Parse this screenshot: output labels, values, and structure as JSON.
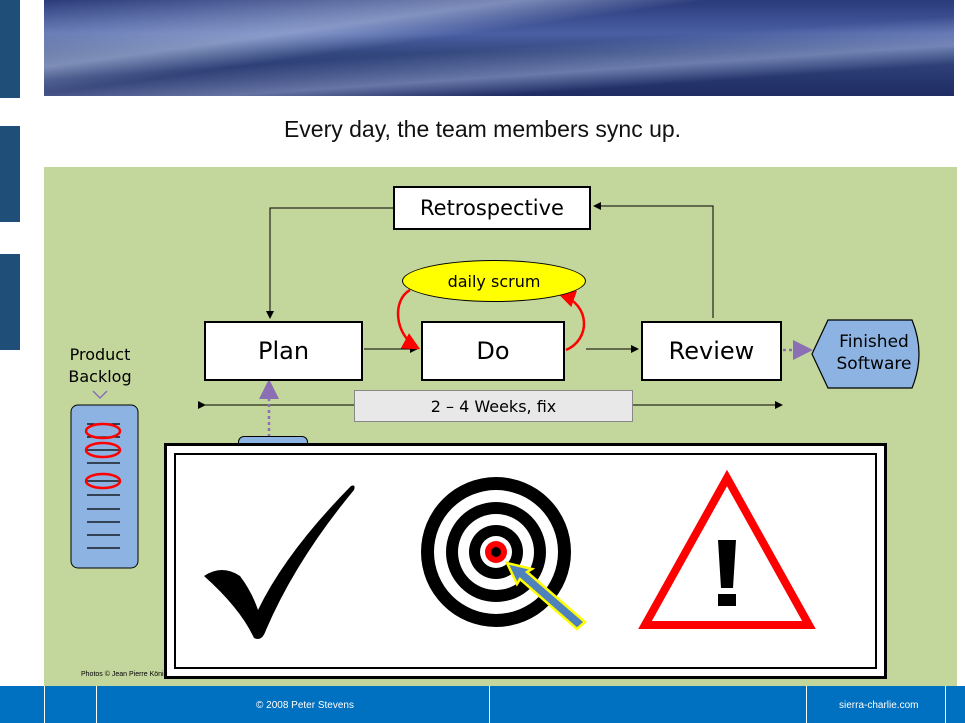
{
  "slide": {
    "headline": "Every day, the team members sync up.",
    "footer_center": "© 2008 Peter Stevens",
    "footer_right": "sierra-charlie.com",
    "photo_credit": "Photos © Jean Pierre König"
  },
  "diagram": {
    "retrospective": "Retrospective",
    "daily_scrum": "daily scrum",
    "plan": "Plan",
    "do": "Do",
    "review": "Review",
    "finished_line1": "Finished",
    "finished_line2": "Software",
    "backlog_line1": "Product",
    "backlog_line2": "Backlog",
    "duration": "2 – 4 Weeks, fix"
  },
  "icons": [
    "checkmark-icon",
    "target-icon",
    "warning-icon"
  ],
  "colors": {
    "panel": "#c3d69b",
    "accent_red": "#ff0000",
    "footer": "#0070c0",
    "daily_scrum_fill": "#ffff00"
  }
}
